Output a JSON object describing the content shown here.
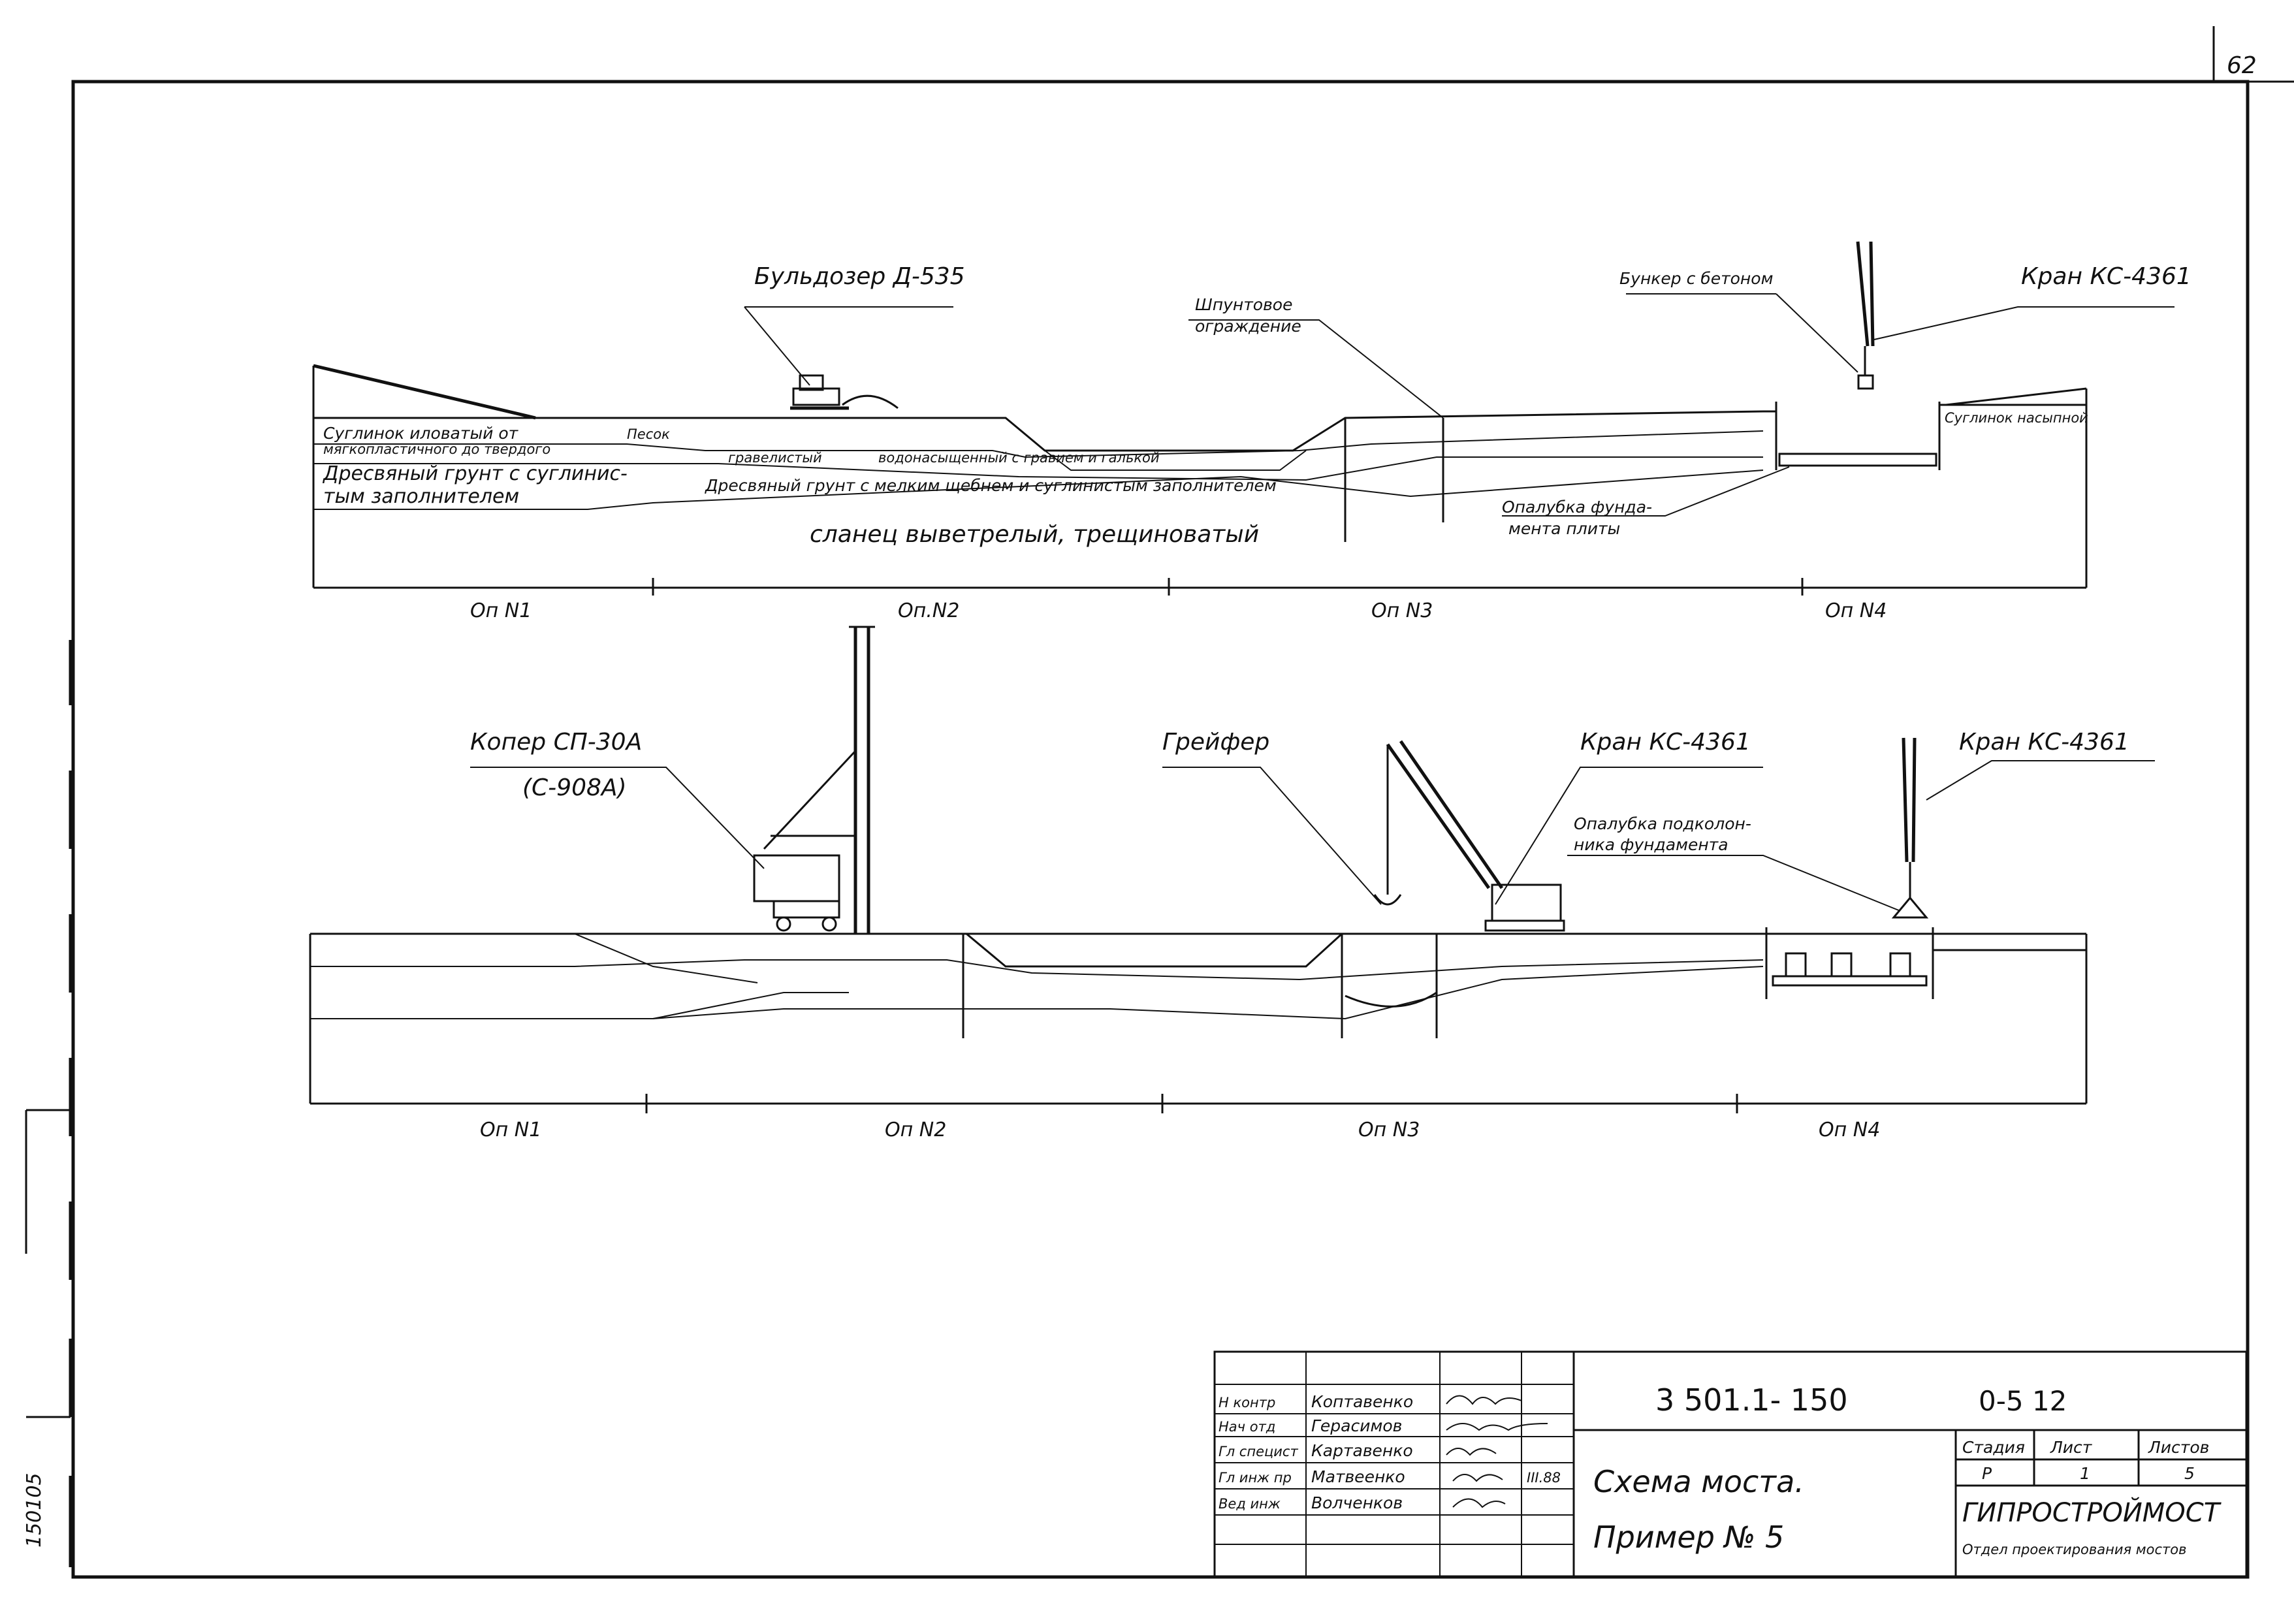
{
  "sheet_number": "62",
  "side_stamp": "150105",
  "top_section": {
    "labels": {
      "bulldozer": "Бульдозер Д-535",
      "sheet_pile": [
        "Шпунтовое",
        "ограждение"
      ],
      "bunker": "Бункер с бетоном",
      "crane": "Кран КС-4361",
      "soil1": [
        "Суглинок иловатый от",
        "мягкопластичного до твердого"
      ],
      "sand": "Песок",
      "soil2": [
        "Дресвяный грунт с суглинис-",
        "тым заполнителем"
      ],
      "gravel": "гравелистый",
      "water_sat": "водонасыщенный с гравием и галькой",
      "soil3": "Дресвяный грунт с мелким щебнем и суглинистым заполнителем",
      "shale": "сланец выветрелый, трещиноватый",
      "formwork": [
        "Опалубка фунда-",
        "мента плиты"
      ],
      "fill_loam": "Суглинок насыпной"
    },
    "supports": [
      "Оп N1",
      "Оп.N2",
      "Оп N3",
      "Оп N4"
    ]
  },
  "bottom_section": {
    "labels": {
      "pile_driver": [
        "Копер СП-30А",
        "(С-908А)"
      ],
      "grab": "Грейфер",
      "crane_mid": "Кран КС-4361",
      "crane_right": "Кран КС-4361",
      "formwork_col": [
        "Опалубка подколон-",
        "ника фундамента"
      ]
    },
    "supports": [
      "Оп N1",
      "Оп N2",
      "Оп N3",
      "Оп N4"
    ]
  },
  "title_block": {
    "roles": [
      "Н контр",
      "Нач отд",
      "Гл специст",
      "Гл инж пр",
      "Вед инж"
    ],
    "names": [
      "Коптавенко",
      "Герасимов",
      "Картавенко",
      "Матвеенко",
      "Волченков"
    ],
    "date": "III.88",
    "code": "3 501.1- 150",
    "code_suffix": "0-5 12",
    "title": [
      "Схема моста.",
      "Пример № 5"
    ],
    "stage_header": "Стадия",
    "sheet_header": "Лист",
    "sheets_header": "Листов",
    "stage": "Р",
    "sheet": "1",
    "sheets": "5",
    "org": "ГИПРОСТРОЙМОСТ",
    "dept": "Отдел проектирования мостов"
  }
}
